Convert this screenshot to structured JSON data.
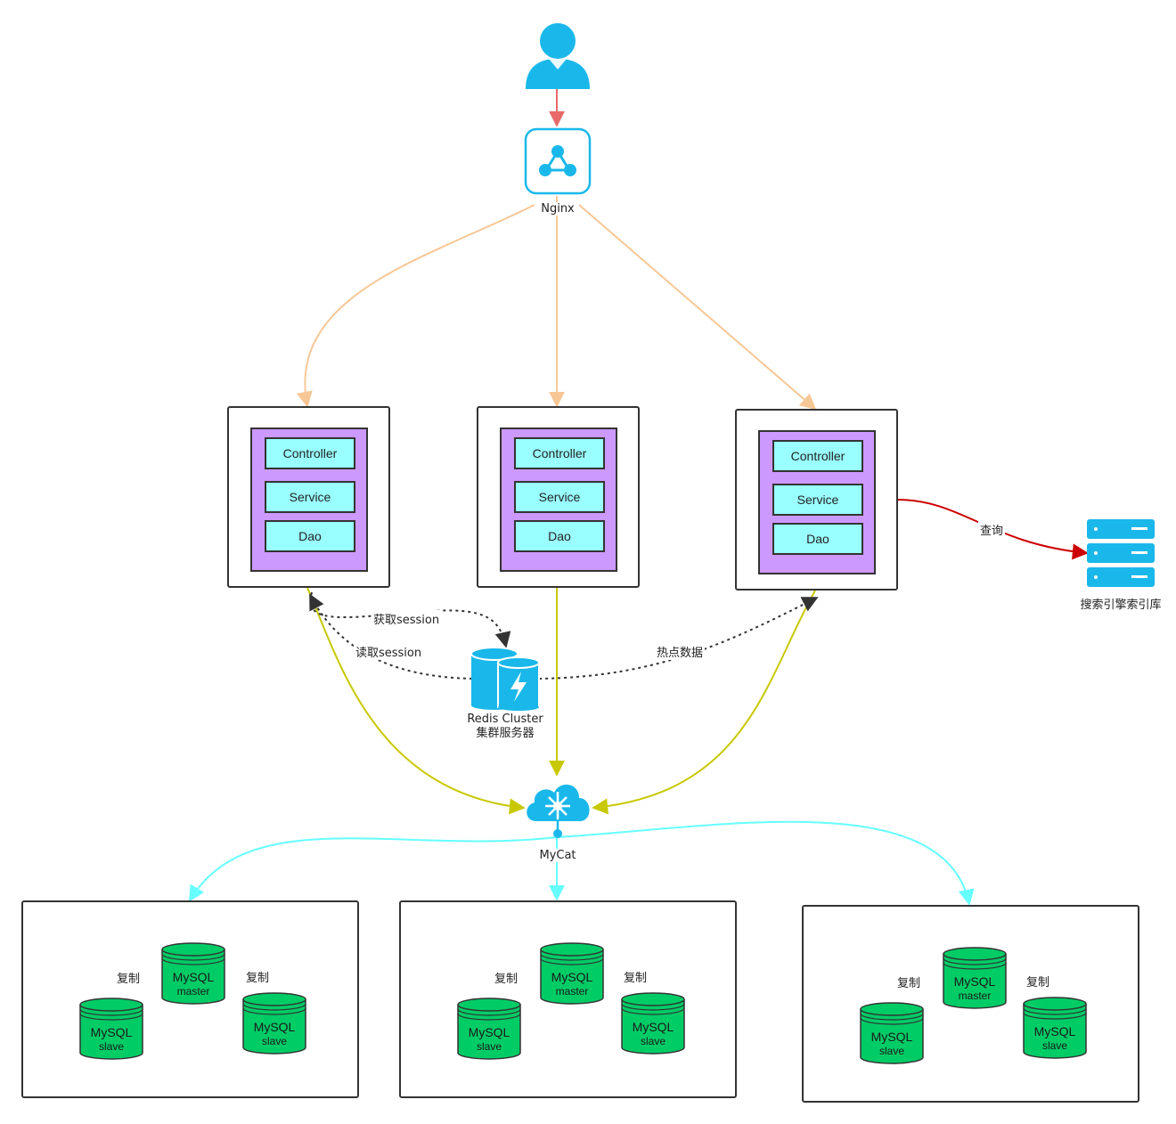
{
  "nodes": {
    "user": {
      "icon": "user-icon"
    },
    "nginx": {
      "label": "Nginx",
      "icon": "load-balancer-icon"
    },
    "servers": [
      {
        "layers": [
          "Controller",
          "Service",
          "Dao"
        ]
      },
      {
        "layers": [
          "Controller",
          "Service",
          "Dao"
        ]
      },
      {
        "layers": [
          "Controller",
          "Service",
          "Dao"
        ]
      }
    ],
    "redis": {
      "label_line1": "Redis Cluster",
      "label_line2": "集群服务器",
      "icon": "redis-icon"
    },
    "search": {
      "label": "搜索引擎索引库",
      "icon": "server-rack-icon"
    },
    "mycat": {
      "label": "MyCat",
      "icon": "cloud-hub-icon"
    },
    "db_groups": [
      {
        "master": [
          "MySQL",
          "master"
        ],
        "slave_left": [
          "MySQL",
          "slave"
        ],
        "slave_right": [
          "MySQL",
          "slave"
        ],
        "copy_left": "复制",
        "copy_right": "复制"
      },
      {
        "master": [
          "MySQL",
          "master"
        ],
        "slave_left": [
          "MySQL",
          "slave"
        ],
        "slave_right": [
          "MySQL",
          "slave"
        ],
        "copy_left": "复制",
        "copy_right": "复制"
      },
      {
        "master": [
          "MySQL",
          "master"
        ],
        "slave_left": [
          "MySQL",
          "slave"
        ],
        "slave_right": [
          "MySQL",
          "slave"
        ],
        "copy_left": "复制",
        "copy_right": "复制"
      }
    ]
  },
  "edges": {
    "query": "查询",
    "get_session": "获取session",
    "read_session": "读取session",
    "hot_data": "热点数据"
  },
  "colors": {
    "user_arrow": "#e86a6a",
    "nginx_arrows": "#f8c796",
    "mycat_arrows": "#c8c800",
    "db_arrows": "#66ffff",
    "query_arrow": "#cc0000",
    "app_fill": "#cc99ff",
    "layer_fill": "#99ffff",
    "db_fill": "#00cc66",
    "icon_blue": "#1ab8ea"
  }
}
